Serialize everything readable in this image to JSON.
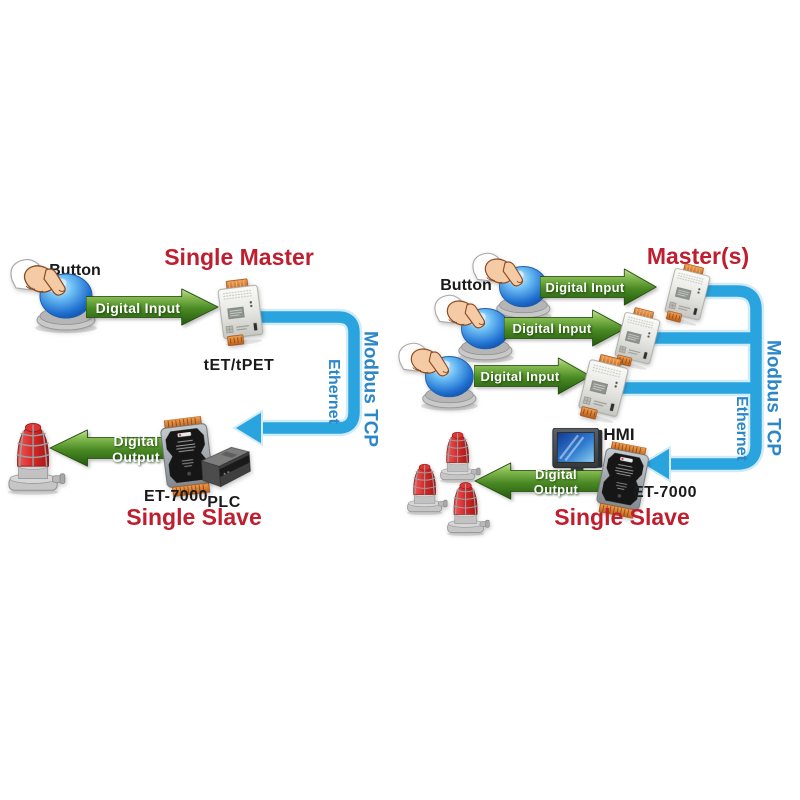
{
  "colors": {
    "background": "#ffffff",
    "title_red": "#bf1e2e",
    "bus_text_blue": "#2b87c8",
    "bus_line_blue": "#2aa4de",
    "arrow_green_light": "#8abf55",
    "arrow_green_dark": "#245a0e",
    "label_black": "#1a1a1a",
    "device_orange": "#c96a1e"
  },
  "icons": {
    "push_button": "blue-dome-button-with-pressing-hand",
    "io_module": "ethernet-io-module-device",
    "et7000_module": "et-7000-io-module-device",
    "plc_box": "plc-controller-box",
    "alarm_beacon": "red-alarm-beacon-light",
    "hmi_monitor": "hmi-touch-panel-monitor",
    "flow_arrow": "green-flow-arrow",
    "bus_line": "blue-ethernet-bus-arrow"
  },
  "left": {
    "master_title": "Single Master",
    "slave_title": "Single Slave",
    "button_label": "Button",
    "input_arrow": "Digital Input",
    "output_arrow": "Digital Output",
    "master_device": "tET/tPET",
    "slave_device": "ET-7000",
    "plc": "PLC",
    "bus": "Modbus TCP",
    "bus2": "Ethernet"
  },
  "right": {
    "master_title": "Master(s)",
    "slave_title": "Single Slave",
    "button_label": "Button",
    "input_arrows": [
      "Digital Input",
      "Digital Input",
      "Digital Input"
    ],
    "output_arrow": "Digital Output",
    "hmi": "HMI",
    "slave_device": "ET-7000",
    "bus": "Modbus TCP",
    "bus2": "Ethernet"
  }
}
